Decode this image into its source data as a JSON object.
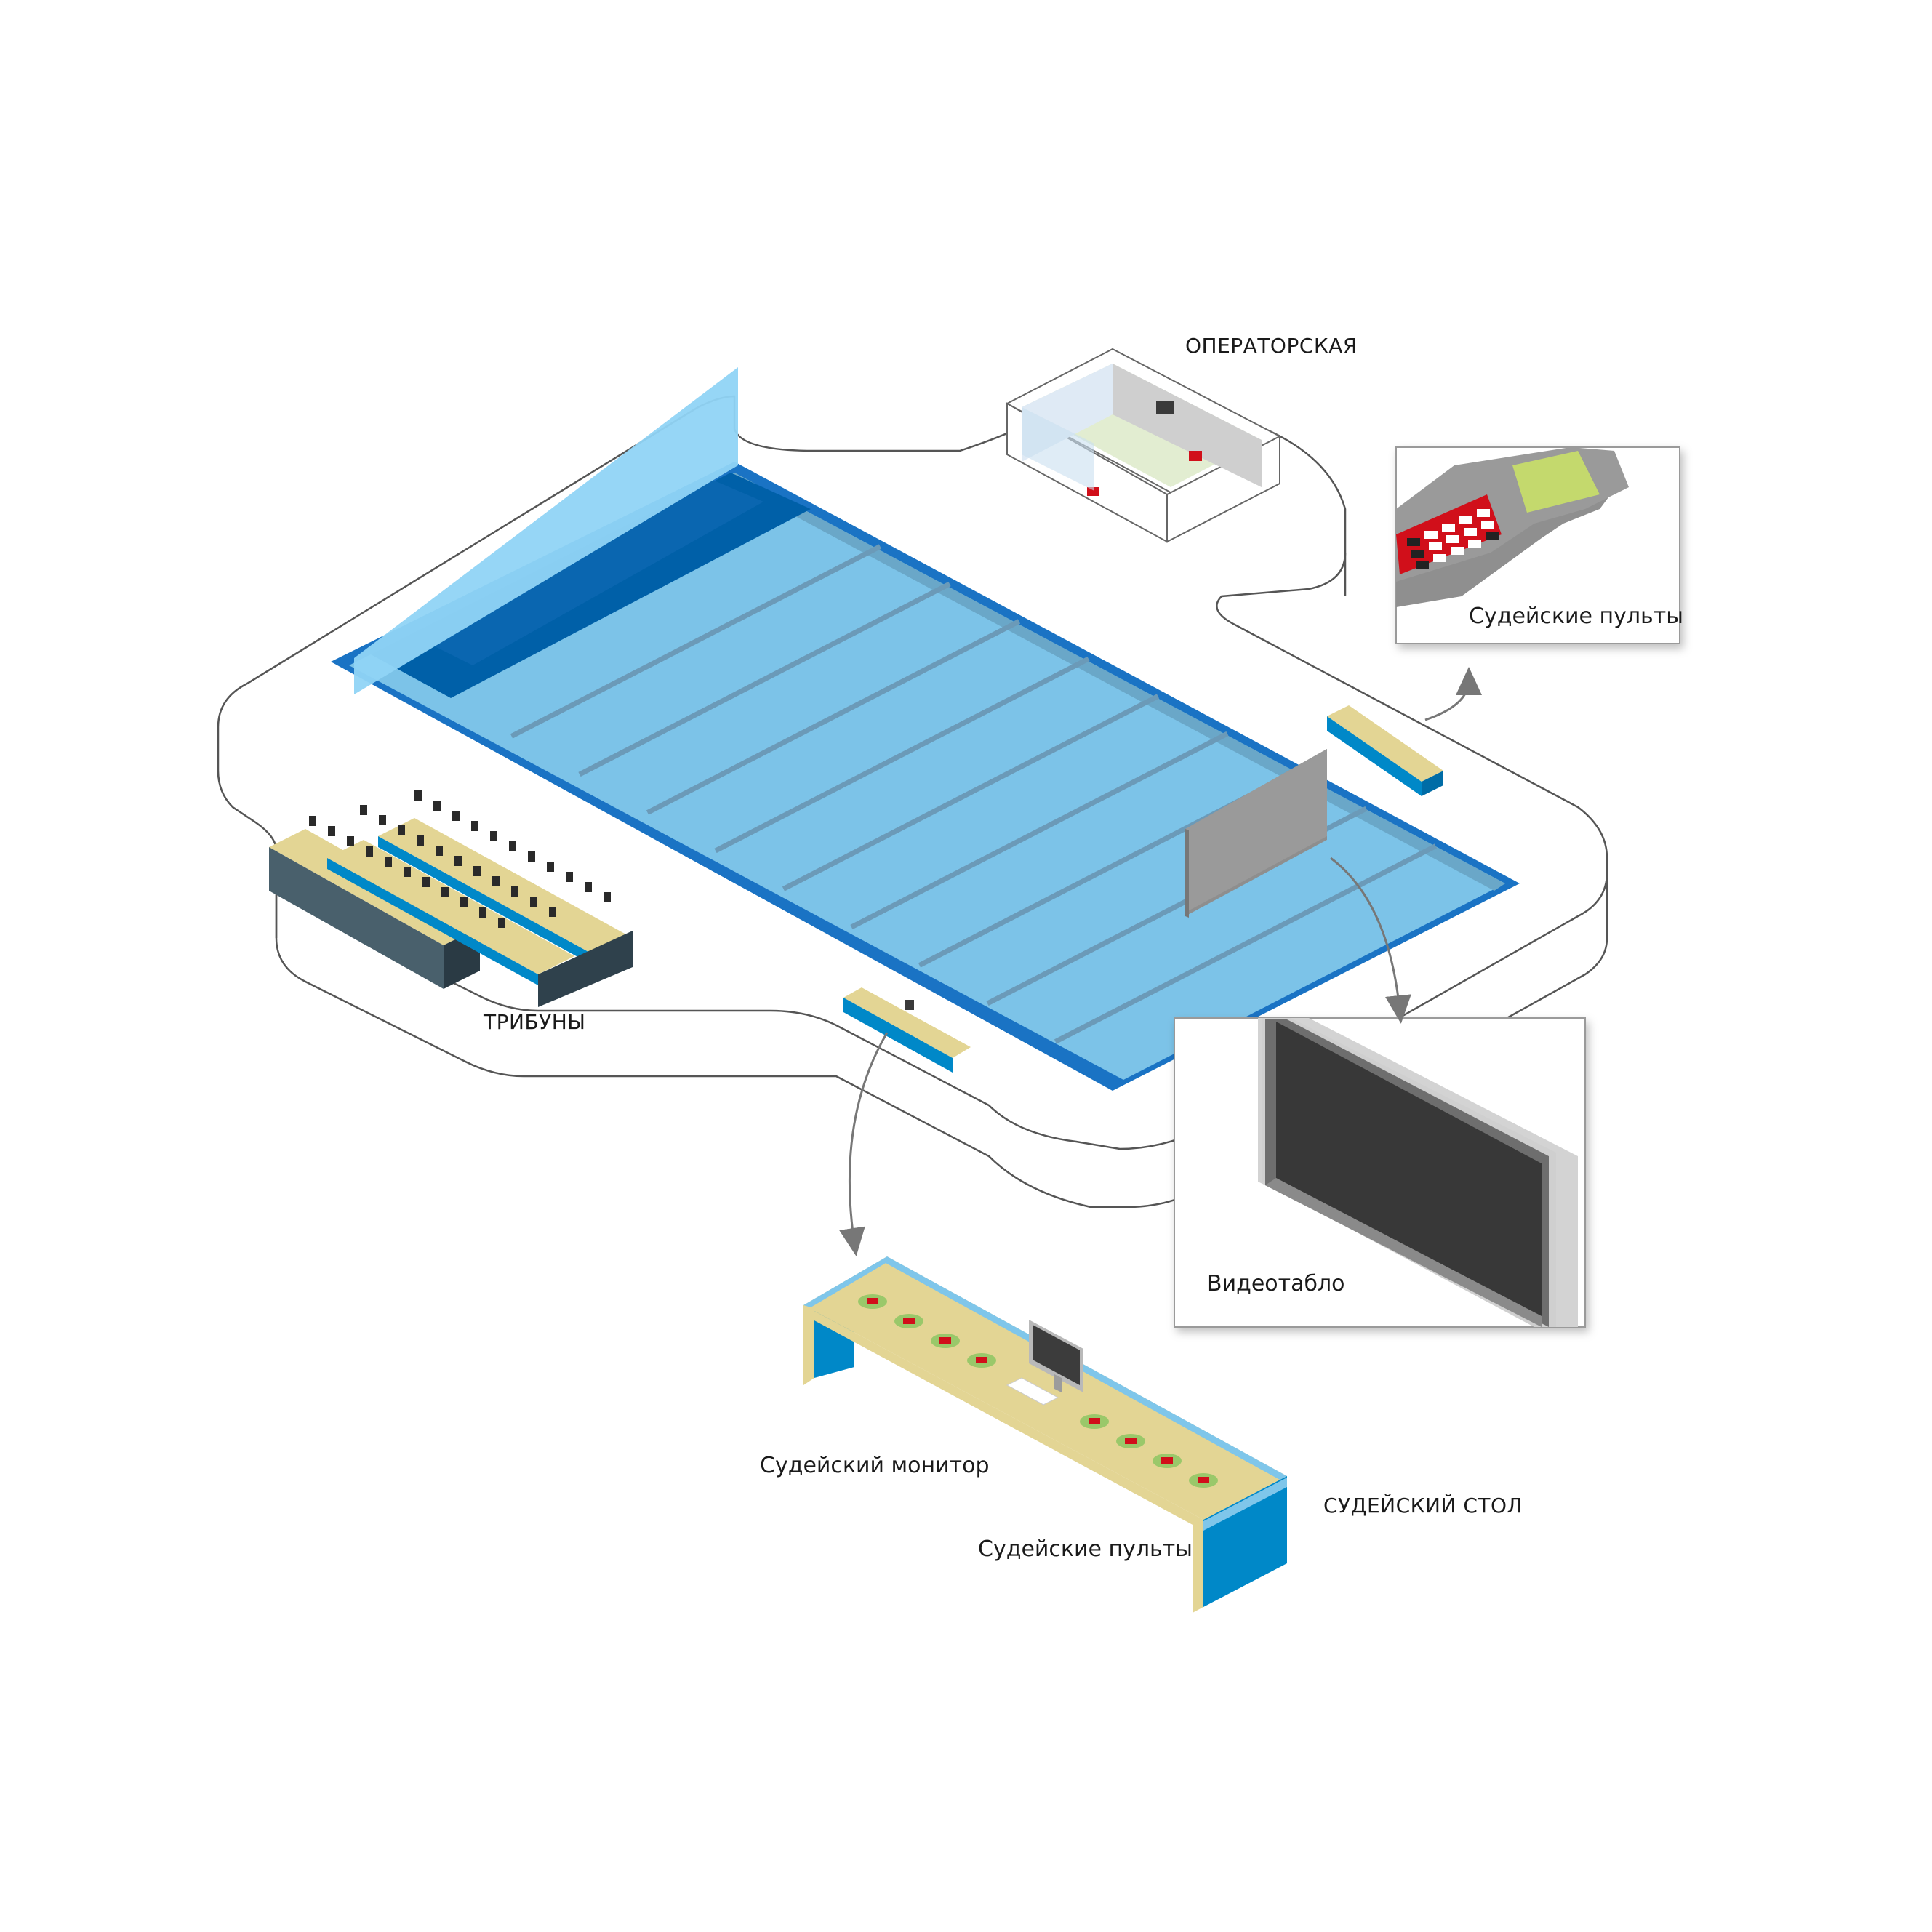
{
  "labels": {
    "operator_room": "ОПЕРАТОРСКАЯ",
    "judge_consoles_callout": "Судейские пульты",
    "stands": "ТРИБУНЫ",
    "video_board": "Видеотабло",
    "judge_monitor": "Судейский монитор",
    "judge_table": "СУДЕЙСКИЙ СТОЛ",
    "judge_consoles_table": "Судейские пульты"
  },
  "colors": {
    "pool_water": "#7cc3e8",
    "pool_deep": "#0060a8",
    "pool_rim": "#1a73c4",
    "lane_line": "#6b9ab8",
    "deck_stroke": "#555555",
    "table_top": "#e3d594",
    "table_side": "#0088c8",
    "keypad_red": "#d10f1a",
    "keypad_screen": "#c4d96d",
    "board_screen": "#383838",
    "arrow": "#777777"
  },
  "lanes": 10
}
